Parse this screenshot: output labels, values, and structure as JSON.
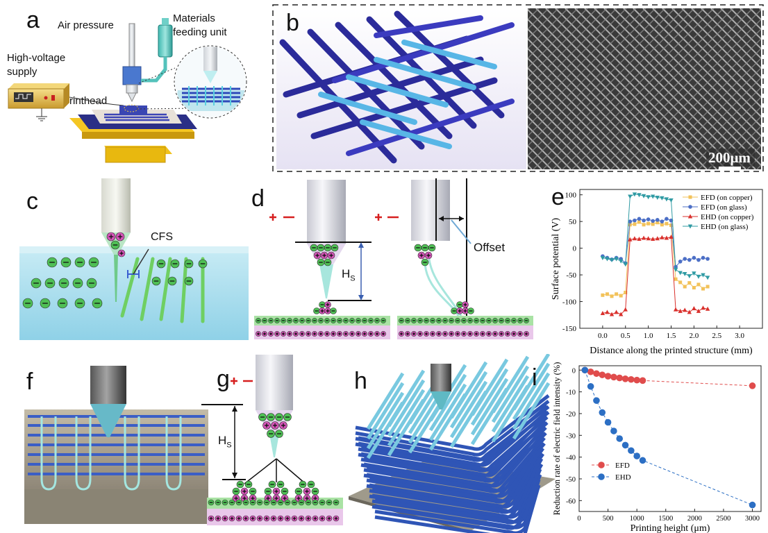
{
  "panel_labels": {
    "a": "a",
    "b": "b",
    "c": "c",
    "d": "d",
    "e": "e",
    "f": "f",
    "g": "g",
    "h": "h",
    "i": "i"
  },
  "panel_a": {
    "air_pressure": "Air pressure",
    "materials_line1": "Materials",
    "materials_line2": "feeding unit",
    "hv_line1": "High-voltage",
    "hv_line2": "supply",
    "printhead": "Printhead"
  },
  "panel_b": {
    "scale_bar": "200μm"
  },
  "panel_c": {
    "cfs": "CFS"
  },
  "panel_d": {
    "hs": "H",
    "hs_sub": "S",
    "offset": "Offset",
    "plus": "+",
    "minus": "−"
  },
  "panel_g": {
    "hs": "H",
    "hs_sub": "S",
    "plus": "+",
    "minus": "−"
  },
  "colors": {
    "efd_copper": "#f2c25a",
    "efd_glass": "#4c6fc6",
    "ehd_copper": "#d9302c",
    "ehd_glass": "#2f9aa3",
    "efd_i": "#e04c4c",
    "ehd_i": "#2c6fc4"
  },
  "chart_data": [
    {
      "type": "line",
      "panel": "e",
      "xlabel": "Distance along the printed structure (mm)",
      "ylabel": "Surface potential (V)",
      "xlim": [
        -0.5,
        3.5
      ],
      "ylim": [
        -150,
        110
      ],
      "xticks": [
        "0.0",
        "0.5",
        "1.0",
        "1.5",
        "2.0",
        "2.5",
        "3.0"
      ],
      "xtick_values": [
        0.0,
        0.5,
        1.0,
        1.5,
        2.0,
        2.5,
        3.0
      ],
      "yticks": [
        "100",
        "50",
        "0",
        "-50",
        "-100",
        "-150"
      ],
      "ytick_values": [
        100,
        50,
        0,
        -50,
        -100,
        -150
      ],
      "legend_position": "top-right",
      "x": [
        0,
        0.1,
        0.2,
        0.3,
        0.4,
        0.5,
        0.6,
        0.7,
        0.8,
        0.9,
        1.0,
        1.1,
        1.2,
        1.3,
        1.4,
        1.5,
        1.6,
        1.7,
        1.8,
        1.9,
        2.0,
        2.1,
        2.2,
        2.3
      ],
      "series": [
        {
          "name": "EFD (on copper)",
          "color": "#f2c25a",
          "marker": "square",
          "values": [
            -88,
            -86,
            -90,
            -86,
            -89,
            -83,
            44,
            45,
            49,
            44,
            46,
            45,
            48,
            44,
            46,
            43,
            -58,
            -64,
            -72,
            -65,
            -74,
            -68,
            -76,
            -72
          ]
        },
        {
          "name": "EFD (on glass)",
          "color": "#4c6fc6",
          "marker": "circle",
          "values": [
            -15,
            -18,
            -21,
            -18,
            -20,
            -28,
            50,
            52,
            55,
            52,
            54,
            51,
            53,
            50,
            55,
            52,
            -35,
            -25,
            -20,
            -22,
            -18,
            -22,
            -18,
            -20
          ]
        },
        {
          "name": "EHD (on copper)",
          "color": "#d9302c",
          "marker": "triangle-up",
          "values": [
            -122,
            -120,
            -124,
            -120,
            -124,
            -115,
            16,
            18,
            17,
            19,
            18,
            17,
            18,
            20,
            19,
            21,
            -115,
            -118,
            -116,
            -120,
            -113,
            -118,
            -112,
            -114
          ]
        },
        {
          "name": "EHD (on glass)",
          "color": "#2f9aa3",
          "marker": "triangle-down",
          "values": [
            -18,
            -20,
            -22,
            -20,
            -24,
            -30,
            97,
            101,
            100,
            98,
            96,
            97,
            95,
            94,
            92,
            90,
            -40,
            -46,
            -48,
            -52,
            -47,
            -53,
            -50,
            -55
          ]
        }
      ]
    },
    {
      "type": "scatter",
      "panel": "i",
      "xlabel": "Printing height (μm)",
      "ylabel": "Reduction rate of electric field intensity (%)",
      "xlim": [
        0,
        3150
      ],
      "ylim": [
        -65,
        2
      ],
      "xticks": [
        "0",
        "500",
        "1000",
        "1500",
        "2000",
        "2500",
        "3000"
      ],
      "xtick_values": [
        0,
        500,
        1000,
        1500,
        2000,
        2500,
        3000
      ],
      "yticks": [
        "0",
        "-10",
        "-20",
        "-30",
        "-40",
        "-50",
        "-60"
      ],
      "ytick_values": [
        0,
        -10,
        -20,
        -30,
        -40,
        -50,
        -60
      ],
      "legend_position": "bottom-left",
      "series": [
        {
          "name": "EFD",
          "color": "#e04c4c",
          "x": [
            100,
            200,
            300,
            400,
            500,
            600,
            700,
            800,
            900,
            1000,
            1100,
            3000
          ],
          "values": [
            0,
            -0.8,
            -1.6,
            -2.2,
            -2.8,
            -3.2,
            -3.6,
            -4.0,
            -4.3,
            -4.6,
            -4.8,
            -7.2
          ]
        },
        {
          "name": "EHD",
          "color": "#2c6fc4",
          "x": [
            100,
            200,
            300,
            400,
            500,
            600,
            700,
            800,
            900,
            1000,
            1100,
            3000
          ],
          "values": [
            0,
            -7.5,
            -14,
            -19.5,
            -24,
            -28,
            -31.5,
            -34.5,
            -37,
            -39.5,
            -41.5,
            -62
          ]
        }
      ]
    }
  ]
}
